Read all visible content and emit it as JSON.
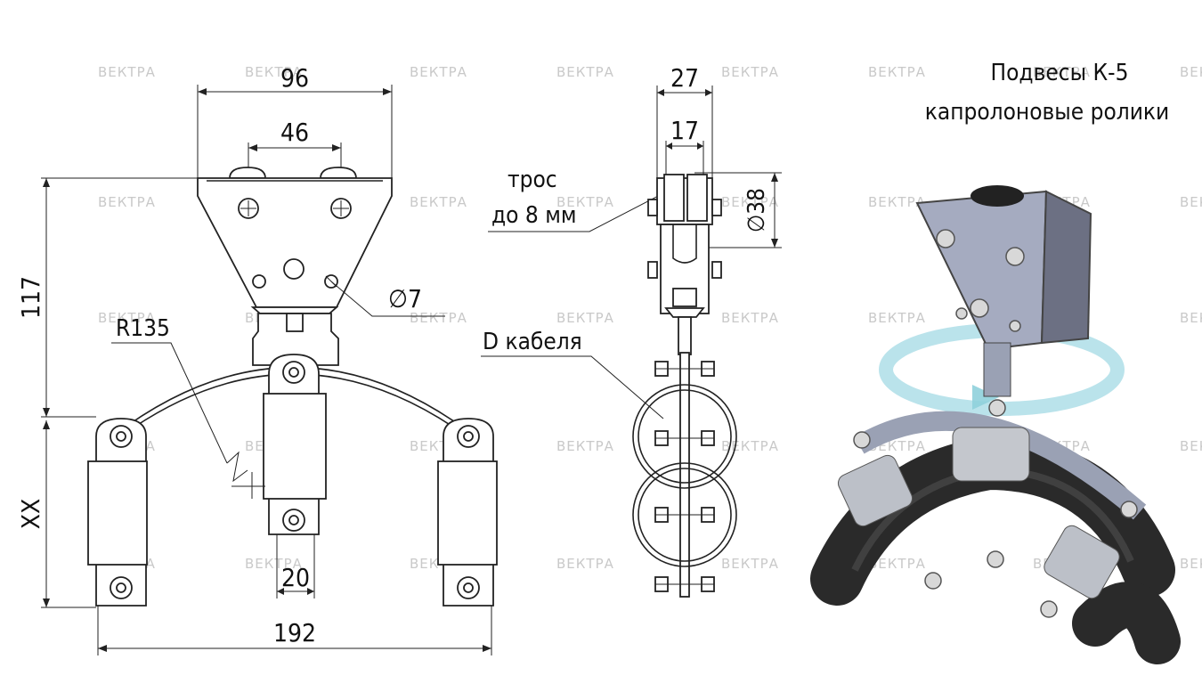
{
  "watermark": "ВЕКТРА",
  "caption": {
    "line1": "Подвесы К-5",
    "line2": "капролоновые ролики"
  },
  "front_view": {
    "dim_top": "96",
    "dim_bolts": "46",
    "dim_height": "117",
    "dim_radius": "R135",
    "dim_hole": "∅7",
    "dim_clamp": "20",
    "dim_width": "192",
    "dim_xx": "XX"
  },
  "side_view": {
    "dim_top": "27",
    "dim_inner": "17",
    "dim_roller": "∅38",
    "label_cable_line1": "трос",
    "label_cable_line2": "до 8 мм",
    "label_diameter": "D кабеля"
  }
}
